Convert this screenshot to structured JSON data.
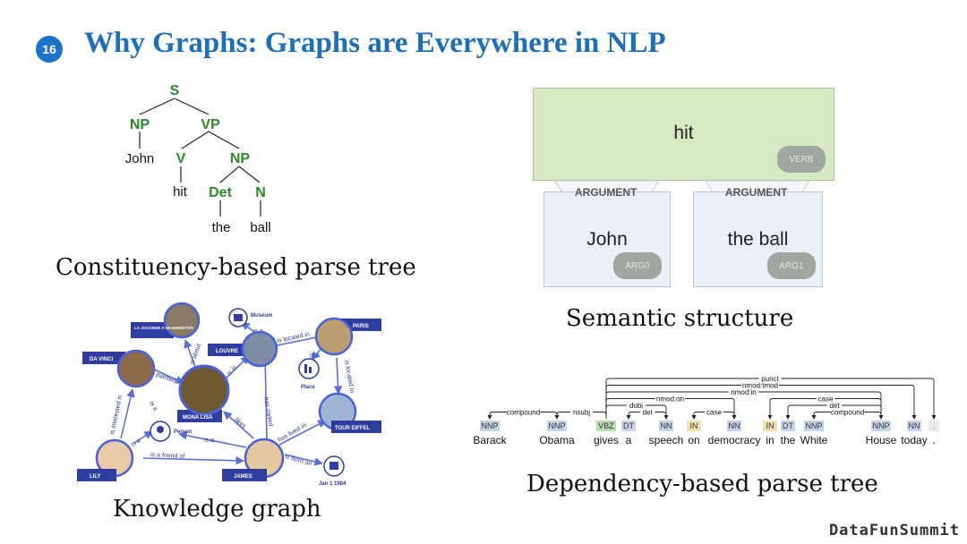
{
  "slide": {
    "number": "16",
    "title": "Why Graphs: Graphs are Everywhere in NLP",
    "footer": "DataFunSummit"
  },
  "captions": {
    "constituency": "Constituency-based parse tree",
    "semantic": "Semantic structure",
    "knowledge": "Knowledge graph",
    "dependency": "Dependency-based parse tree"
  },
  "constituency": {
    "nodes": {
      "s": "S",
      "np1": "NP",
      "vp": "VP",
      "v": "V",
      "np2": "NP",
      "det": "Det",
      "n": "N"
    },
    "leaves": {
      "john": "John",
      "hit": "hit",
      "the": "the",
      "ball": "ball"
    }
  },
  "semantic": {
    "predicate": {
      "word": "hit",
      "tag": "VERB"
    },
    "arguments": [
      {
        "label": "ARGUMENT",
        "word": "John",
        "tag": "ARG0"
      },
      {
        "label": "ARGUMENT",
        "word": "the ball",
        "tag": "ARG1"
      }
    ]
  },
  "knowledge": {
    "nodes": {
      "joconde": "LA JOCONDE A WASHINGTON",
      "museum": "Museum",
      "louvre": "LOUVRE",
      "paris": "PARIS",
      "davinci": "DA VINCI",
      "monalisa": "MONA LISA",
      "place": "Place",
      "person": "Person",
      "eiffel": "TOUR EIFFEL",
      "lily": "LILY",
      "james": "JAMES",
      "date": "Jan 1 1984"
    },
    "edges": {
      "is_located_in": "is located in",
      "is_a_1": "is a",
      "is_about": "is about",
      "painted": "painted",
      "is_in": "is in",
      "is_a_2": "is a",
      "is_located_in_2": "is located in",
      "is_interested_in": "is interested in",
      "is_a_3": "is a",
      "has_visited": "has visited",
      "is_a_4": "is a",
      "likes": "likes",
      "has_lived_in": "has lived in",
      "is_a_5": "is a",
      "is_a_friend_of": "is a friend of",
      "is_born_on": "is born on"
    }
  },
  "dependency": {
    "words": [
      "Barack",
      "Obama",
      "gives",
      "a",
      "speech",
      "on",
      "democracy",
      "in",
      "the",
      "White",
      "House",
      "today",
      "."
    ],
    "tags": [
      "NNP",
      "NNP",
      "VBZ",
      "DT",
      "NN",
      "IN",
      "NN",
      "IN",
      "DT",
      "NNP",
      "NNP",
      "NN",
      "."
    ],
    "arcs": [
      "compound",
      "nsubj",
      "dobj",
      "det",
      "nmod:on",
      "case",
      "nmod:in",
      "case",
      "det",
      "compound",
      "nmod:tmod",
      "punct"
    ]
  }
}
